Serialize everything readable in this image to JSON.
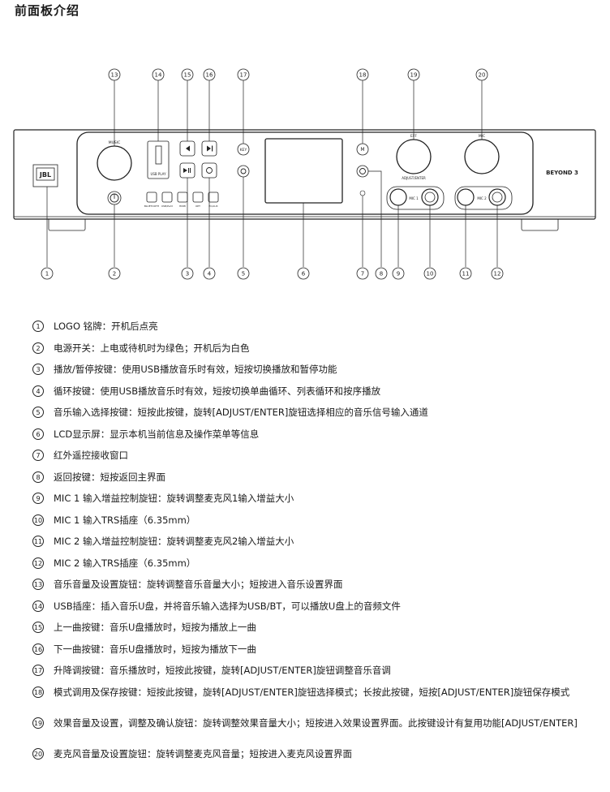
{
  "title": "前面板介绍",
  "diagram": {
    "top_callouts": [
      "13",
      "14",
      "15",
      "16",
      "17",
      "18",
      "19",
      "20"
    ],
    "bottom_callouts": [
      "1",
      "2",
      "3",
      "4",
      "5",
      "6",
      "7",
      "8",
      "9",
      "10",
      "11",
      "12"
    ],
    "labels": {
      "brand_logo": "JBL",
      "beyond_logo": "BEYOND 3",
      "music_knob": "MUSIC",
      "usb_play": "USB PLAY",
      "key_button": "KEY",
      "m_button": "M",
      "eff_knob": "EFF",
      "adjust_enter": "ADJUST/ENTER",
      "mic_knob": "MIC",
      "mic1": "MIC 1",
      "mic2": "MIC 2",
      "input_labels": [
        "BLUETOOTH",
        "USB/PLAY",
        "HDMI",
        "OPT",
        "PC/AUX"
      ]
    }
  },
  "items": [
    {
      "num": "1",
      "text": "LOGO 铭牌：开机后点亮"
    },
    {
      "num": "2",
      "text": "电源开关：上电或待机时为绿色；开机后为白色"
    },
    {
      "num": "3",
      "text": "播放/暂停按键：使用USB播放音乐时有效，短按切换播放和暂停功能"
    },
    {
      "num": "4",
      "text": "循环按键：使用USB播放音乐时有效，短按切换单曲循环、列表循环和按序播放"
    },
    {
      "num": "5",
      "text": "音乐输入选择按键：短按此按键，旋转[ADJUST/ENTER]旋钮选择相应的音乐信号输入通道"
    },
    {
      "num": "6",
      "text": "LCD显示屏：显示本机当前信息及操作菜单等信息"
    },
    {
      "num": "7",
      "text": "红外遥控接收窗口"
    },
    {
      "num": "8",
      "text": "返回按键：短按返回主界面"
    },
    {
      "num": "9",
      "text": "MIC 1 输入增益控制旋钮：旋转调整麦克风1输入增益大小"
    },
    {
      "num": "10",
      "text": "MIC 1 输入TRS插座（6.35mm）"
    },
    {
      "num": "11",
      "text": "MIC 2 输入增益控制旋钮：旋转调整麦克风2输入增益大小"
    },
    {
      "num": "12",
      "text": "MIC 2 输入TRS插座（6.35mm）"
    },
    {
      "num": "13",
      "text": "音乐音量及设置旋钮：旋转调整音乐音量大小；短按进入音乐设置界面"
    },
    {
      "num": "14",
      "text": "USB插座：插入音乐U盘，并将音乐输入选择为USB/BT，可以播放U盘上的音频文件"
    },
    {
      "num": "15",
      "text": "上一曲按键：音乐U盘播放时，短按为播放上一曲"
    },
    {
      "num": "16",
      "text": "下一曲按键：音乐U盘播放时，短按为播放下一曲"
    },
    {
      "num": "17",
      "text": "升降调按键：音乐播放时，短按此按键，旋转[ADJUST/ENTER]旋钮调整音乐音调"
    },
    {
      "num": "18",
      "text": "模式调用及保存按键：短按此按键，旋转[ADJUST/ENTER]旋钮选择模式；长按此按键，短按[ADJUST/ENTER]旋钮保存模式"
    },
    {
      "num": "19",
      "text": "效果音量及设置，调整及确认旋钮：旋转调整效果音量大小；短按进入效果设置界面。此按键设计有复用功能[ADJUST/ENTER]"
    },
    {
      "num": "20",
      "text": "麦克风音量及设置旋钮：旋转调整麦克风音量；短按进入麦克风设置界面"
    }
  ]
}
